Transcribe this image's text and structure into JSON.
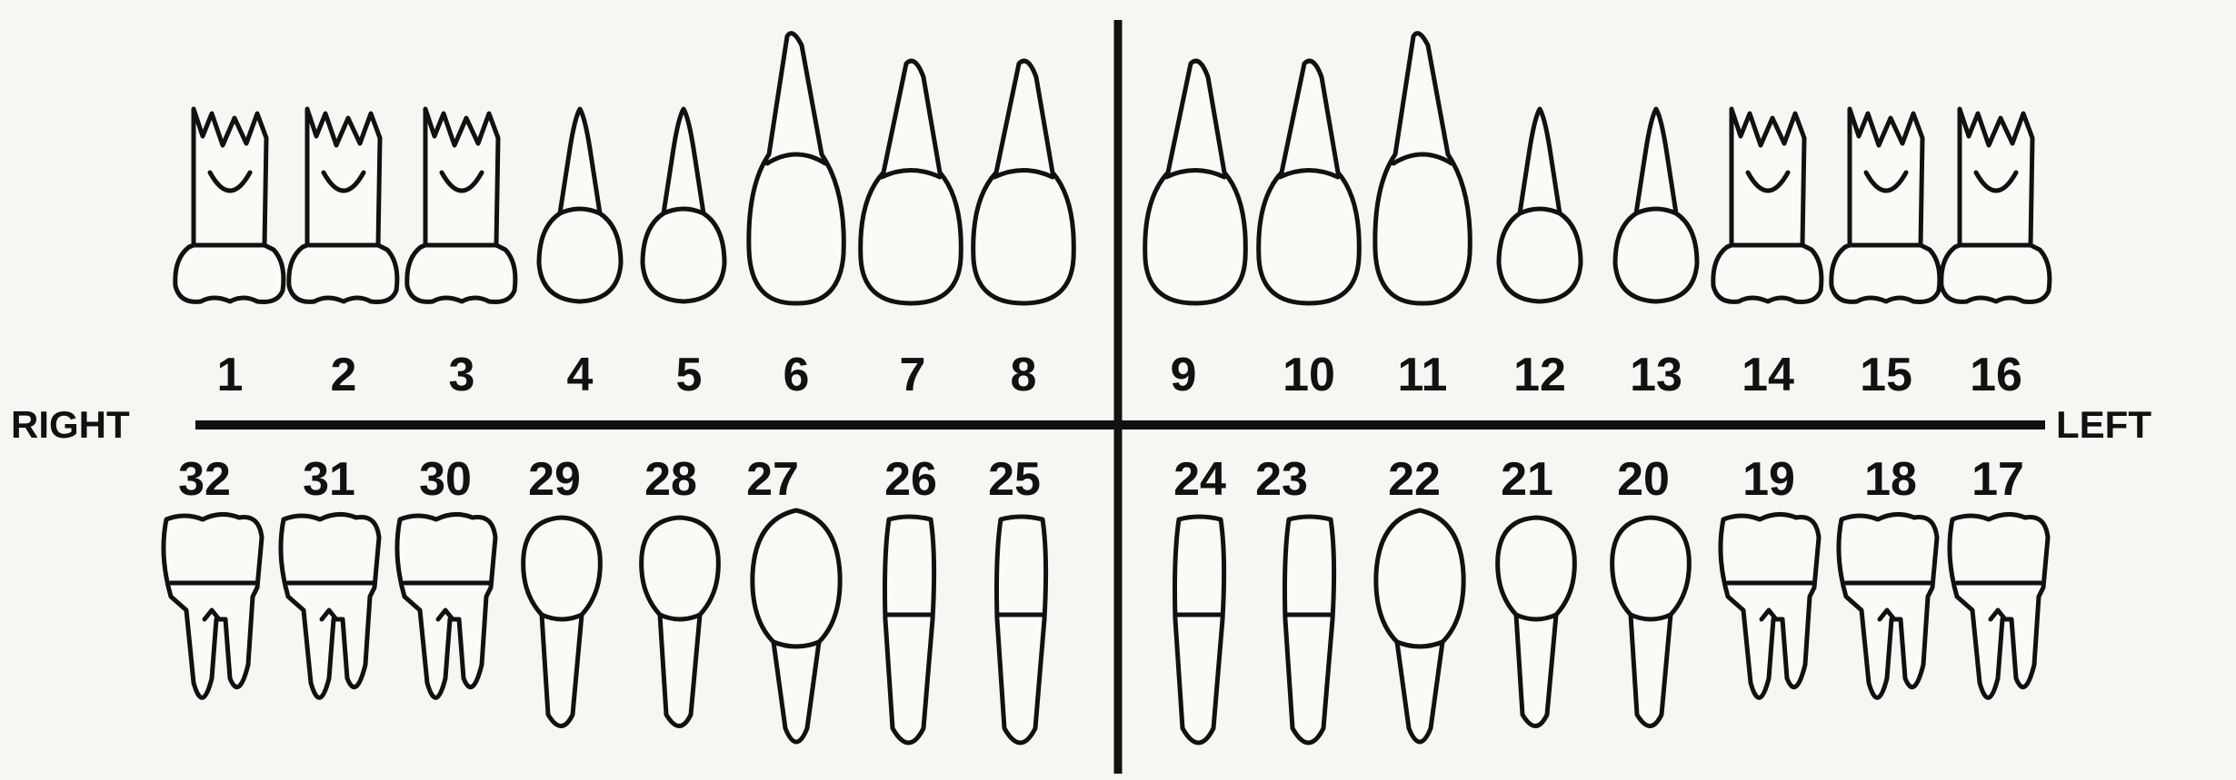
{
  "labels": {
    "right": "RIGHT",
    "left": "LEFT"
  },
  "upper_teeth": [
    {
      "number": "1",
      "type": "molar"
    },
    {
      "number": "2",
      "type": "molar"
    },
    {
      "number": "3",
      "type": "molar"
    },
    {
      "number": "4",
      "type": "premolar"
    },
    {
      "number": "5",
      "type": "premolar"
    },
    {
      "number": "6",
      "type": "canine"
    },
    {
      "number": "7",
      "type": "incisor"
    },
    {
      "number": "8",
      "type": "incisor"
    },
    {
      "number": "9",
      "type": "incisor"
    },
    {
      "number": "10",
      "type": "incisor"
    },
    {
      "number": "11",
      "type": "canine"
    },
    {
      "number": "12",
      "type": "premolar"
    },
    {
      "number": "13",
      "type": "premolar"
    },
    {
      "number": "14",
      "type": "molar"
    },
    {
      "number": "15",
      "type": "molar"
    },
    {
      "number": "16",
      "type": "molar"
    }
  ],
  "lower_teeth": [
    {
      "number": "32",
      "type": "molar"
    },
    {
      "number": "31",
      "type": "molar"
    },
    {
      "number": "30",
      "type": "molar"
    },
    {
      "number": "29",
      "type": "premolar"
    },
    {
      "number": "28",
      "type": "premolar"
    },
    {
      "number": "27",
      "type": "canine"
    },
    {
      "number": "26",
      "type": "incisor"
    },
    {
      "number": "25",
      "type": "incisor"
    },
    {
      "number": "24",
      "type": "incisor"
    },
    {
      "number": "23",
      "type": "incisor"
    },
    {
      "number": "22",
      "type": "canine"
    },
    {
      "number": "21",
      "type": "premolar"
    },
    {
      "number": "20",
      "type": "premolar"
    },
    {
      "number": "19",
      "type": "molar"
    },
    {
      "number": "18",
      "type": "molar"
    },
    {
      "number": "17",
      "type": "molar"
    }
  ]
}
